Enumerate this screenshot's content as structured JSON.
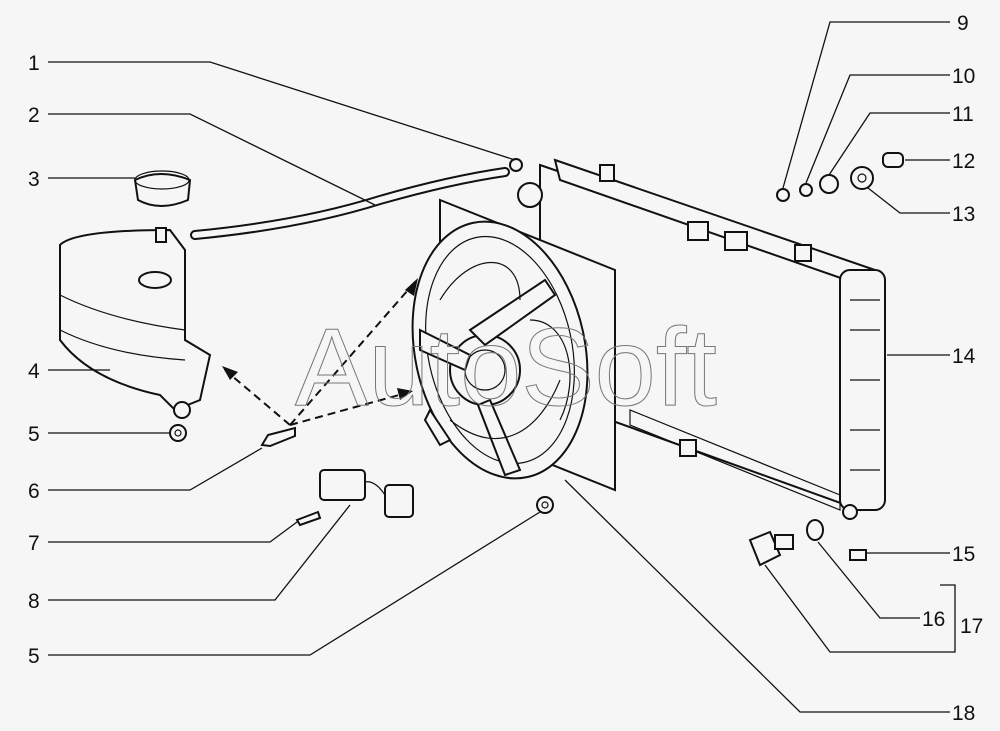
{
  "watermark": "AutoSoft",
  "callouts": {
    "c1": "1",
    "c2": "2",
    "c3": "3",
    "c4": "4",
    "c5a": "5",
    "c6": "6",
    "c7": "7",
    "c8": "8",
    "c5b": "5",
    "c9": "9",
    "c10": "10",
    "c11": "11",
    "c12": "12",
    "c13": "13",
    "c14": "14",
    "c15": "15",
    "c16": "16",
    "c17": "17",
    "c18": "18"
  }
}
